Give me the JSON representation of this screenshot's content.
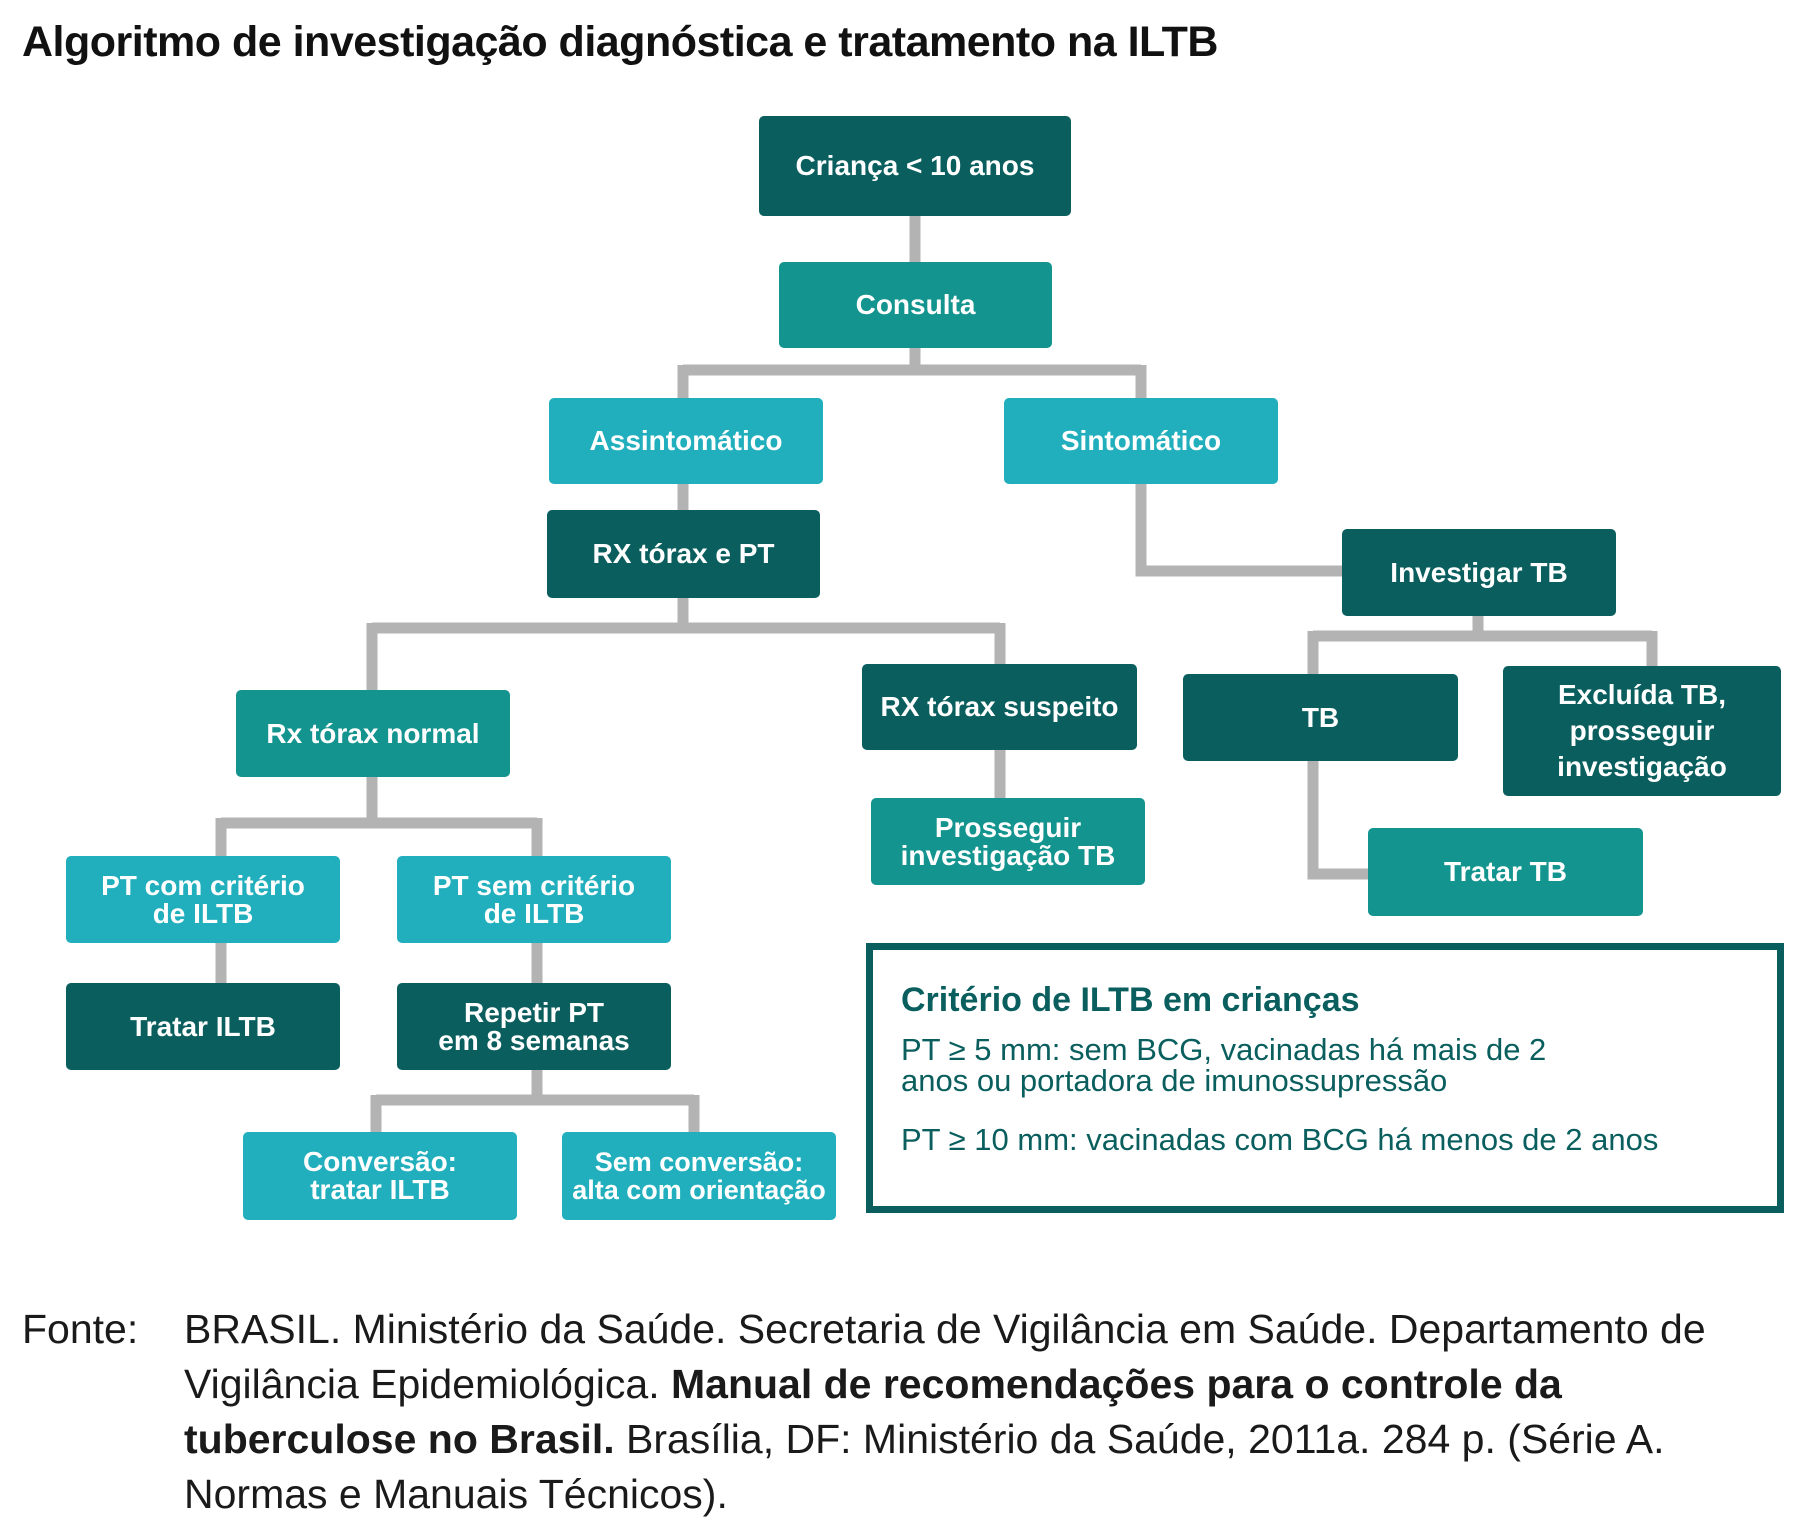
{
  "title": "Algoritmo de investigação diagnóstica e tratamento na ILTB",
  "colors": {
    "dark": "#0a5f5e",
    "mid": "#13948e",
    "light": "#21afbd",
    "connector": "#b3b3b3"
  },
  "nodes": {
    "crianca": "Criança < 10 anos",
    "consulta": "Consulta",
    "assintomatico": "Assintomático",
    "sintomatico": "Sintomático",
    "rx_torax_pt": "RX tórax e PT",
    "investigar_tb": "Investigar TB",
    "rx_normal": "Rx tórax normal",
    "rx_suspeito": "RX tórax suspeito",
    "tb": "TB",
    "excluida_tb": "Excluída  TB,\nprosseguir\ninvestigação",
    "prosseguir_tb": "Prosseguir\ninvestigação TB",
    "tratar_tb": "Tratar TB",
    "pt_com_criterio": "PT com critério\nde ILTB",
    "pt_sem_criterio": "PT sem critério\nde ILTB",
    "tratar_iltb": "Tratar ILTB",
    "repetir_pt": "Repetir PT\nem 8 semanas",
    "conversao": "Conversão:\ntratar ILTB",
    "sem_conversao": "Sem conversão:\nalta com orientação"
  },
  "criteria": {
    "title": "Critério de ILTB em crianças",
    "line1": "PT ≥ 5 mm: sem BCG, vacinadas há mais de 2\nanos ou portadora de imunossupressão",
    "line2": "PT ≥ 10 mm: vacinadas com BCG há menos de 2 anos"
  },
  "source": {
    "label": "Fonte:",
    "part1": "BRASIL. Ministério da Saúde. Secretaria de Vigilância em Saúde. Departamento de Vigilância Epidemiológica. ",
    "bold": "Manual de recomendações para o controle da tuberculose no Brasil.",
    "part2": " Brasília, DF: Ministério da Saúde, 2011a. 284 p. (Série A. Normas e Manuais Técnicos)."
  }
}
